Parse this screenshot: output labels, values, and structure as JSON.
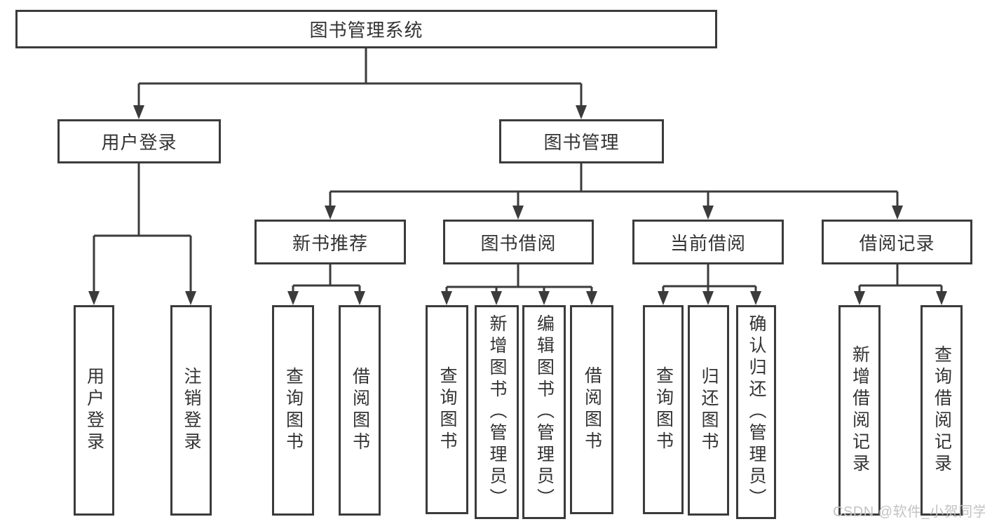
{
  "tree": {
    "root": {
      "label": "图书管理系统"
    },
    "branches": [
      {
        "label": "用户登录",
        "children": [
          {
            "label": "用户登录"
          },
          {
            "label": "注销登录"
          }
        ]
      },
      {
        "label": "图书管理",
        "sections": [
          {
            "label": "新书推荐",
            "children": [
              {
                "label": "查询图书"
              },
              {
                "label": "借阅图书"
              }
            ]
          },
          {
            "label": "图书借阅",
            "children": [
              {
                "label": "查询图书"
              },
              {
                "label": "新增图书（管理员）"
              },
              {
                "label": "编辑图书（管理员）"
              },
              {
                "label": "借阅图书"
              }
            ]
          },
          {
            "label": "当前借阅",
            "children": [
              {
                "label": "查询图书"
              },
              {
                "label": "归还图书"
              },
              {
                "label": "确认归还（管理员）"
              }
            ]
          },
          {
            "label": "借阅记录",
            "children": [
              {
                "label": "新增借阅记录"
              },
              {
                "label": "查询借阅记录"
              }
            ]
          }
        ]
      }
    ]
  },
  "watermark": {
    "text": "CSDN @软件_小贺同学"
  },
  "colors": {
    "line": "#3b3b3b",
    "text": "#333333",
    "watermark": "#c3c3c3",
    "background": "#ffffff"
  }
}
